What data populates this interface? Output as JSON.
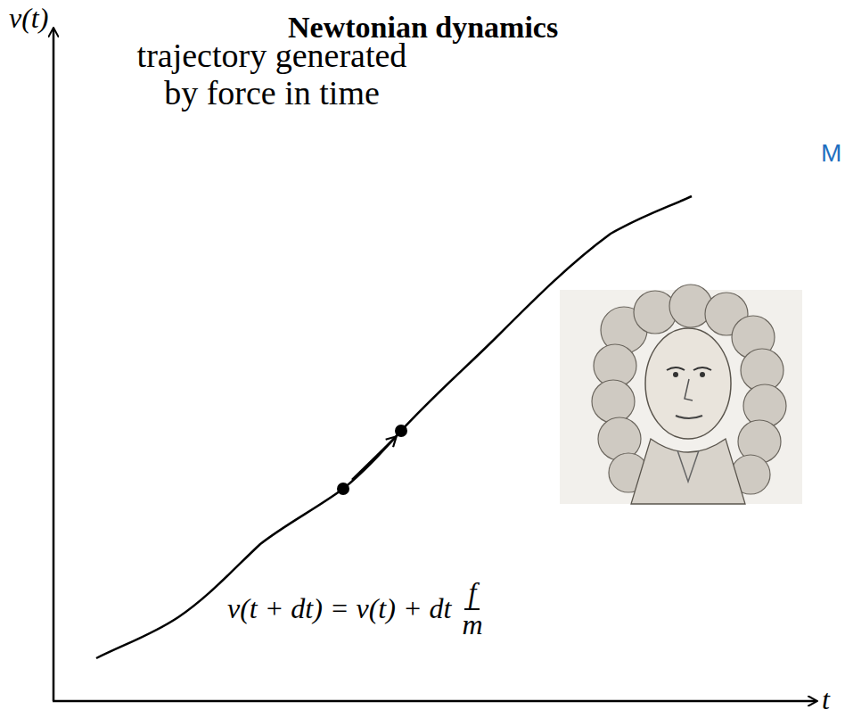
{
  "diagram": {
    "title": "Newtonian dynamics",
    "labels": [
      "v(t)",
      "trajectory generated by force in time",
      "v(t + dt) = v(t) + dt",
      "f",
      "m",
      "t",
      "M"
    ]
  }
}
